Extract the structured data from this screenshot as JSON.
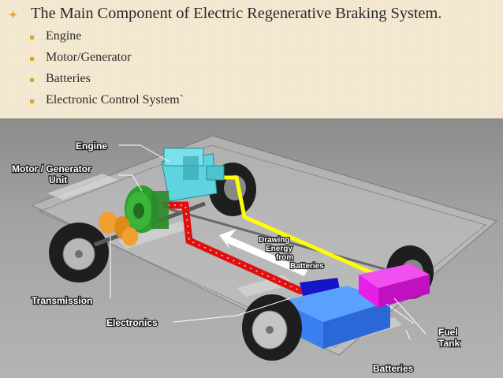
{
  "slide": {
    "heading": "The Main Component of Electric Regenerative Braking System.",
    "items": [
      {
        "label": "Engine"
      },
      {
        "label": "Motor/Generator"
      },
      {
        "label": "Batteries"
      },
      {
        "label": "Electronic Control System`"
      }
    ],
    "heading_icon": "diamond-bullet-icon",
    "item_icon": "square-bullet-icon",
    "accent_color": "#e0a52a"
  },
  "diagram": {
    "labels": {
      "engine": "Engine",
      "motor_line1": "Motor / Generator",
      "motor_line2": "Unit",
      "transmission": "Transmission",
      "electronics": "Electronics",
      "batteries": "Batteries",
      "fuel_line1": "Fuel",
      "fuel_line2": "Tank",
      "drawing_line1": "Drawing",
      "drawing_line2": "Energy",
      "drawing_line3": "from",
      "drawing_line4": "Batteries"
    },
    "colors": {
      "engine": "#5fd3e0",
      "motor": "#3cb43c",
      "transmission": "#f0a030",
      "battery": "#3a7ff0",
      "electronics": "#1515c8",
      "fuel_tank": "#e81ee8",
      "fuel_line": "#ffff00",
      "power_line": "#e01010"
    }
  }
}
